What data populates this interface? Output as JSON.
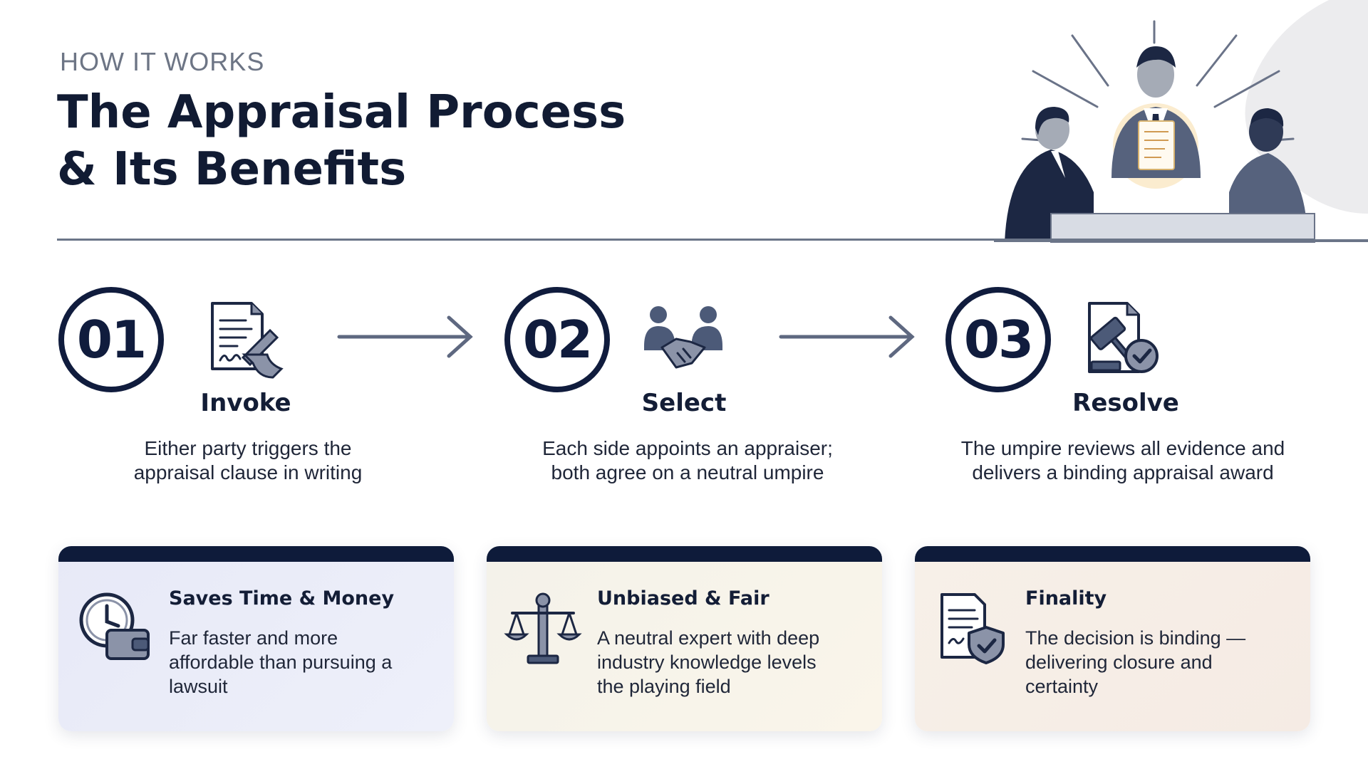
{
  "header": {
    "eyebrow": "HOW IT WORKS",
    "title_line1": "The Appraisal Process",
    "title_line2": "& Its Benefits"
  },
  "hero_illustration": {
    "icon": "mediation-meeting-illustration"
  },
  "steps": [
    {
      "number": "01",
      "title": "Invoke",
      "icon": "signing-document-icon",
      "desc_line1": "Either party triggers the",
      "desc_line2": "appraisal clause in writing"
    },
    {
      "number": "02",
      "title": "Select",
      "icon": "handshake-icon",
      "desc_line1": "Each side appoints an appraiser;",
      "desc_line2": "both agree on a neutral umpire"
    },
    {
      "number": "03",
      "title": "Resolve",
      "icon": "gavel-document-icon",
      "desc_line1": "The umpire reviews all evidence and",
      "desc_line2": "delivers a binding appraisal award"
    }
  ],
  "benefits": [
    {
      "title": "Saves Time & Money",
      "icon": "clock-wallet-icon",
      "body_line1": "Far faster and more",
      "body_line2": "affordable than pursuing a",
      "body_line3": "lawsuit"
    },
    {
      "title": "Unbiased & Fair",
      "icon": "justice-scales-icon",
      "body_line1": "A neutral expert with deep",
      "body_line2": "industry knowledge levels",
      "body_line3": "the playing field"
    },
    {
      "title": "Finality",
      "icon": "document-shield-icon",
      "body_line1": "The decision is binding —",
      "body_line2": "delivering closure and",
      "body_line3": "certainty"
    }
  ],
  "colors": {
    "navy": "#101c3d",
    "slate": "#4c5a78",
    "divider": "#6b7588",
    "card1_bg": "#e7e9f7",
    "card2_bg": "#faf5ea",
    "card3_bg": "#f7efe8"
  }
}
